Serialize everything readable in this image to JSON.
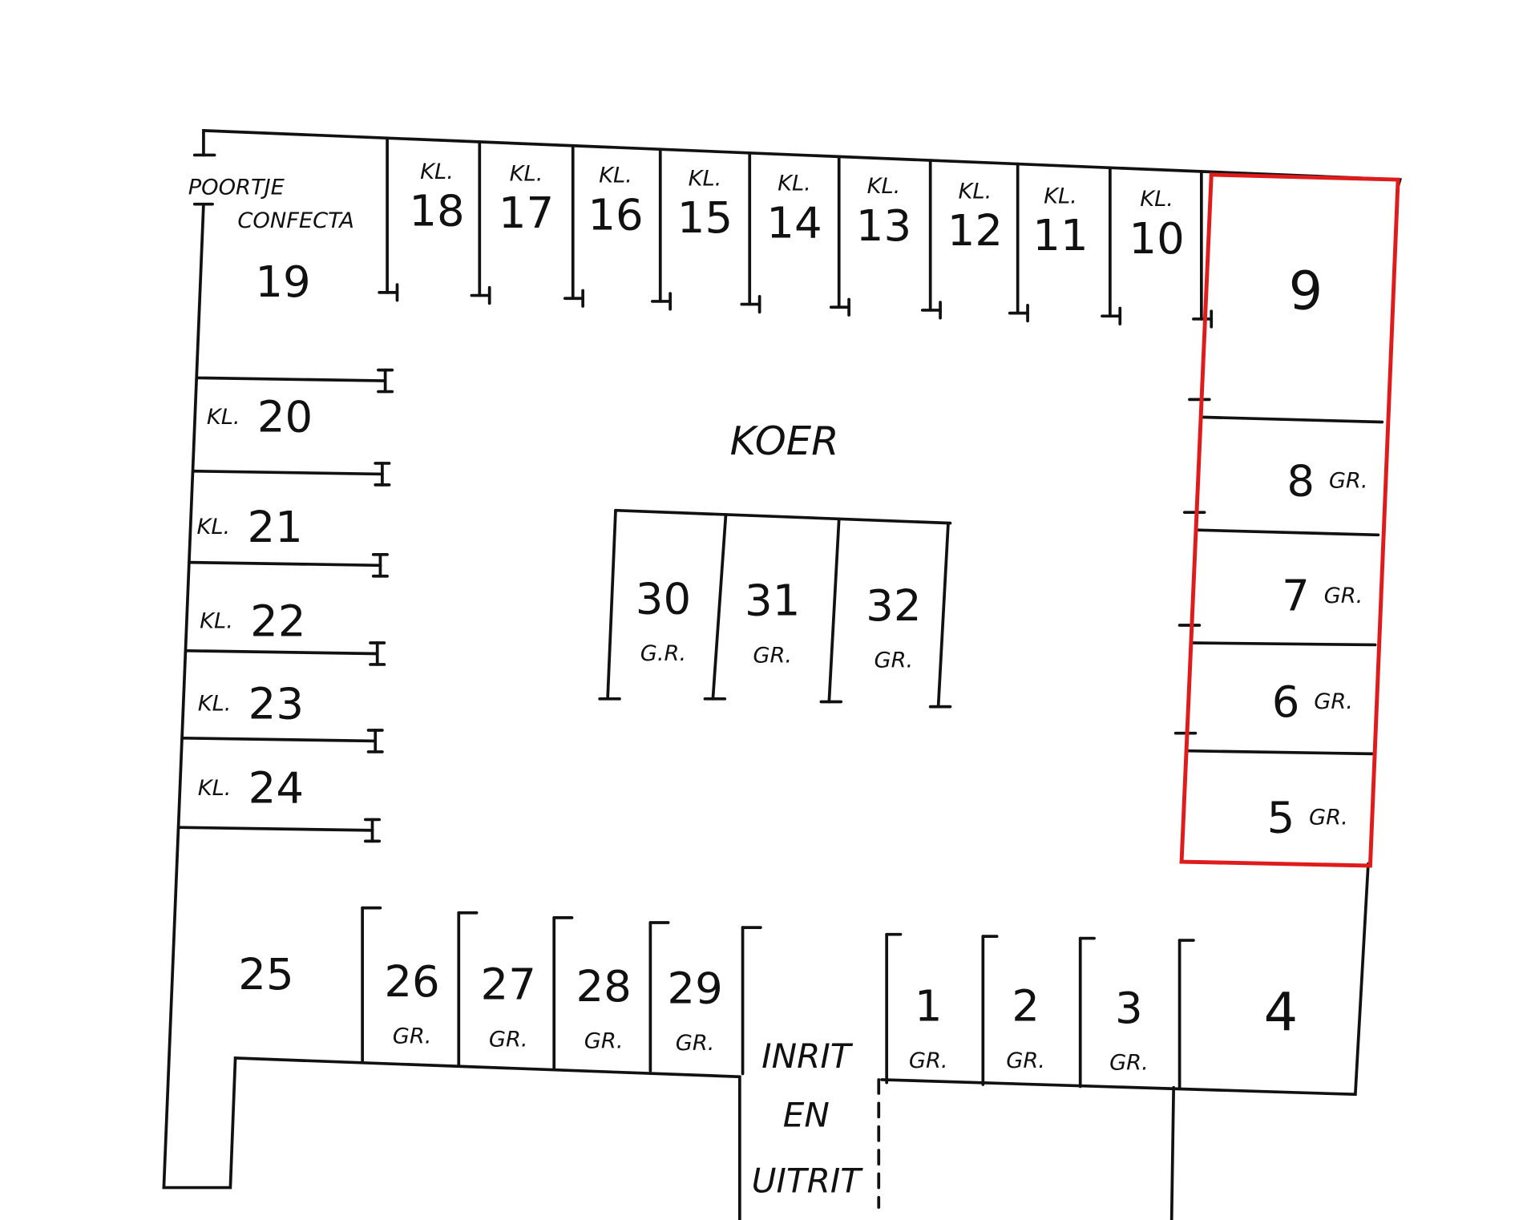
{
  "title_labels": {
    "courtyard": "KOER",
    "gate_line1": "POORTJE",
    "gate_line2": "CONFECTA",
    "entrance_line1": "INRIT",
    "entrance_line2": "EN",
    "entrance_line3": "UITRIT"
  },
  "highlight_color": "#e01b1b",
  "units": {
    "u1": {
      "number": "1",
      "type": "GR."
    },
    "u2": {
      "number": "2",
      "type": "GR."
    },
    "u3": {
      "number": "3",
      "type": "GR."
    },
    "u4": {
      "number": "4"
    },
    "u5": {
      "number": "5",
      "type": "GR."
    },
    "u6": {
      "number": "6",
      "type": "GR."
    },
    "u7": {
      "number": "7",
      "type": "GR."
    },
    "u8": {
      "number": "8",
      "type": "GR."
    },
    "u9": {
      "number": "9"
    },
    "u10": {
      "number": "10",
      "type": "KL."
    },
    "u11": {
      "number": "11",
      "type": "KL."
    },
    "u12": {
      "number": "12",
      "type": "KL."
    },
    "u13": {
      "number": "13",
      "type": "KL."
    },
    "u14": {
      "number": "14",
      "type": "KL."
    },
    "u15": {
      "number": "15",
      "type": "KL."
    },
    "u16": {
      "number": "16",
      "type": "KL."
    },
    "u17": {
      "number": "17",
      "type": "KL."
    },
    "u18": {
      "number": "18",
      "type": "KL."
    },
    "u19": {
      "number": "19"
    },
    "u20": {
      "number": "20",
      "type": "KL."
    },
    "u21": {
      "number": "21",
      "type": "KL."
    },
    "u22": {
      "number": "22",
      "type": "KL."
    },
    "u23": {
      "number": "23",
      "type": "KL."
    },
    "u24": {
      "number": "24",
      "type": "KL."
    },
    "u25": {
      "number": "25"
    },
    "u26": {
      "number": "26",
      "type": "GR."
    },
    "u27": {
      "number": "27",
      "type": "GR."
    },
    "u28": {
      "number": "28",
      "type": "GR."
    },
    "u29": {
      "number": "29",
      "type": "GR."
    },
    "u30": {
      "number": "30",
      "type": "G.R."
    },
    "u31": {
      "number": "31",
      "type": "GR."
    },
    "u32": {
      "number": "32",
      "type": "GR."
    }
  }
}
